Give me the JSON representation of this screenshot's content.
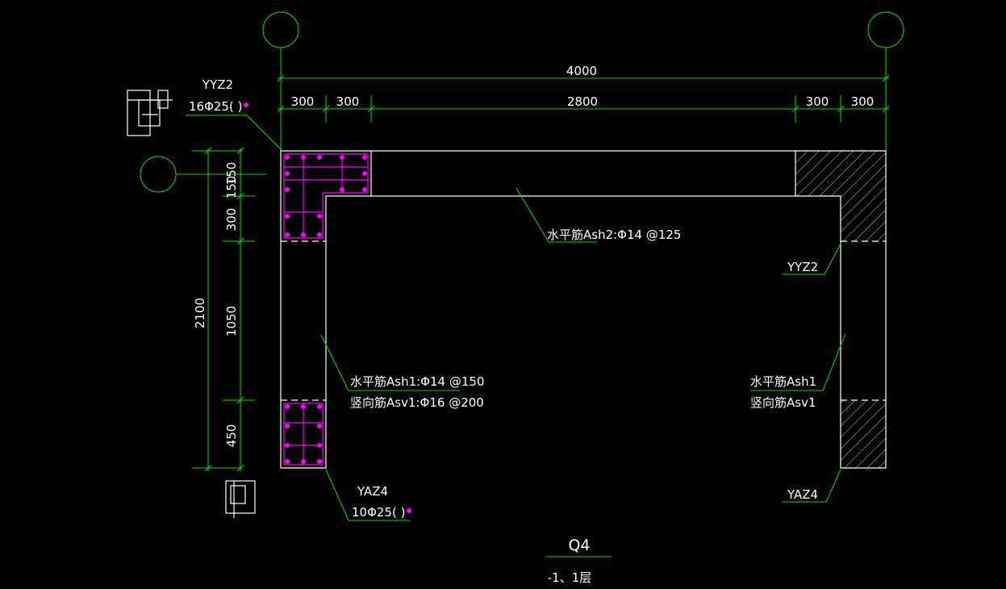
{
  "dimensions": {
    "top_total": "4000",
    "top_segments": [
      "300",
      "300",
      "2800",
      "300",
      "300"
    ],
    "left_total": "2100",
    "left_segments": [
      "150",
      "150",
      "300",
      "1050",
      "450"
    ]
  },
  "labels": {
    "yyz2_top": "YYZ2",
    "yyz2_rebar": "16Φ25(  )",
    "ash2": "水平筋Ash2:Φ14 @125",
    "yyz2_right": "YYZ2",
    "ash1_left": "水平筋Ash1:Φ14 @150",
    "asv1_left": "竖向筋Asv1:Φ16 @200",
    "ash1_right": "水平筋Ash1",
    "asv1_right": "竖向筋Asv1",
    "yaz4_bottom": "YAZ4",
    "yaz4_rebar": "10Φ25(  )",
    "yaz4_right": "YAZ4"
  },
  "title": {
    "name": "Q4",
    "floors": "-1、1层"
  },
  "colors": {
    "background": "#000000",
    "dimension": "#00e000",
    "outline": "#ffffff",
    "rebar": "#ff00ff"
  }
}
